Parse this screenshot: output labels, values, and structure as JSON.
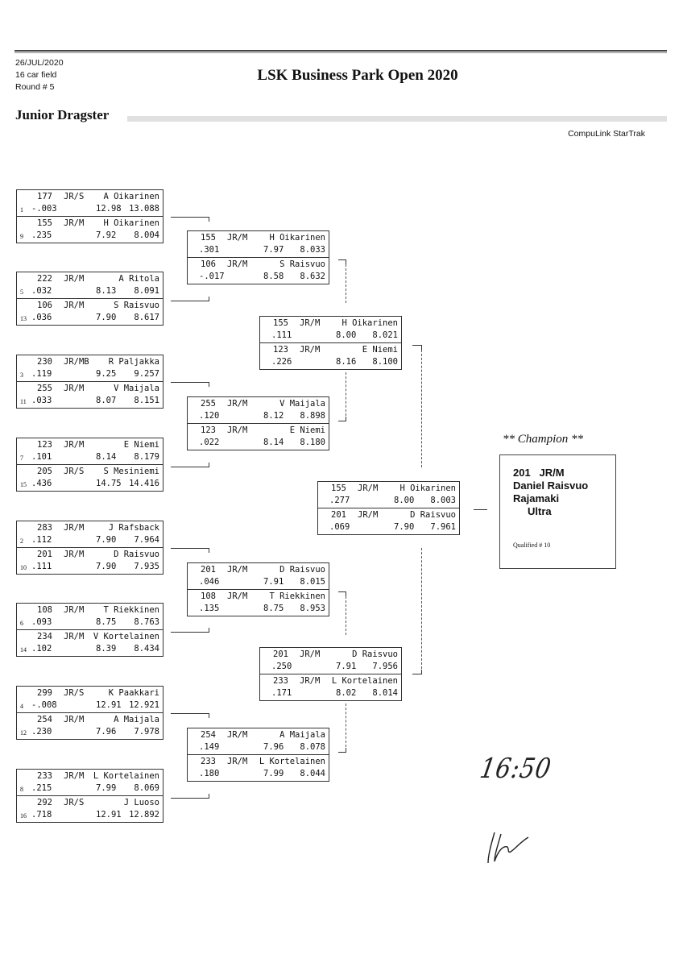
{
  "header": {
    "date": "26/JUL/2020",
    "field": "16 car field",
    "round": "Round # 5",
    "event_title": "LSK Business Park Open 2020",
    "class_name": "Junior Dragster",
    "software": "CompuLink StarTrak"
  },
  "round1": [
    {
      "top": {
        "car": "177",
        "cls": "JR/S",
        "name": "A Oikarinen",
        "seed": "1",
        "rt": "-.003",
        "dial": "12.98",
        "et": "13.088"
      },
      "bottom": {
        "car": "155",
        "cls": "JR/M",
        "name": "H Oikarinen",
        "seed": "9",
        "rt": ".235",
        "dial": "7.92",
        "et": "8.004"
      }
    },
    {
      "top": {
        "car": "222",
        "cls": "JR/M",
        "name": "A Ritola",
        "seed": "5",
        "rt": ".032",
        "dial": "8.13",
        "et": "8.091"
      },
      "bottom": {
        "car": "106",
        "cls": "JR/M",
        "name": "S Raisvuo",
        "seed": "13",
        "rt": ".036",
        "dial": "7.90",
        "et": "8.617"
      }
    },
    {
      "top": {
        "car": "230",
        "cls": "JR/MB",
        "name": "R Paljakka",
        "seed": "3",
        "rt": ".119",
        "dial": "9.25",
        "et": "9.257"
      },
      "bottom": {
        "car": "255",
        "cls": "JR/M",
        "name": "V Maijala",
        "seed": "11",
        "rt": ".033",
        "dial": "8.07",
        "et": "8.151"
      }
    },
    {
      "top": {
        "car": "123",
        "cls": "JR/M",
        "name": "E Niemi",
        "seed": "7",
        "rt": ".101",
        "dial": "8.14",
        "et": "8.179"
      },
      "bottom": {
        "car": "205",
        "cls": "JR/S",
        "name": "S Mesiniemi",
        "seed": "15",
        "rt": ".436",
        "dial": "14.75",
        "et": "14.416"
      }
    },
    {
      "top": {
        "car": "283",
        "cls": "JR/M",
        "name": "J Rafsback",
        "seed": "2",
        "rt": ".112",
        "dial": "7.90",
        "et": "7.964"
      },
      "bottom": {
        "car": "201",
        "cls": "JR/M",
        "name": "D Raisvuo",
        "seed": "10",
        "rt": ".111",
        "dial": "7.90",
        "et": "7.935"
      }
    },
    {
      "top": {
        "car": "108",
        "cls": "JR/M",
        "name": "T Riekkinen",
        "seed": "6",
        "rt": ".093",
        "dial": "8.75",
        "et": "8.763"
      },
      "bottom": {
        "car": "234",
        "cls": "JR/M",
        "name": "V Kortelainen",
        "seed": "14",
        "rt": ".102",
        "dial": "8.39",
        "et": "8.434"
      }
    },
    {
      "top": {
        "car": "299",
        "cls": "JR/S",
        "name": "K Paakkari",
        "seed": "4",
        "rt": "-.008",
        "dial": "12.91",
        "et": "12.921"
      },
      "bottom": {
        "car": "254",
        "cls": "JR/M",
        "name": "A Maijala",
        "seed": "12",
        "rt": ".230",
        "dial": "7.96",
        "et": "7.978"
      }
    },
    {
      "top": {
        "car": "233",
        "cls": "JR/M",
        "name": "L Kortelainen",
        "seed": "8",
        "rt": ".215",
        "dial": "7.99",
        "et": "8.069"
      },
      "bottom": {
        "car": "292",
        "cls": "JR/S",
        "name": "J Luoso",
        "seed": "16",
        "rt": ".718",
        "dial": "12.91",
        "et": "12.892"
      }
    }
  ],
  "round2": [
    {
      "top": {
        "car": "155",
        "cls": "JR/M",
        "name": "H Oikarinen",
        "rt": ".301",
        "dial": "7.97",
        "et": "8.033"
      },
      "bottom": {
        "car": "106",
        "cls": "JR/M",
        "name": "S Raisvuo",
        "rt": "-.017",
        "dial": "8.58",
        "et": "8.632"
      }
    },
    {
      "top": {
        "car": "255",
        "cls": "JR/M",
        "name": "V Maijala",
        "rt": ".120",
        "dial": "8.12",
        "et": "8.898"
      },
      "bottom": {
        "car": "123",
        "cls": "JR/M",
        "name": "E Niemi",
        "rt": ".022",
        "dial": "8.14",
        "et": "8.180"
      }
    },
    {
      "top": {
        "car": "201",
        "cls": "JR/M",
        "name": "D Raisvuo",
        "rt": ".046",
        "dial": "7.91",
        "et": "8.015"
      },
      "bottom": {
        "car": "108",
        "cls": "JR/M",
        "name": "T Riekkinen",
        "rt": ".135",
        "dial": "8.75",
        "et": "8.953"
      }
    },
    {
      "top": {
        "car": "254",
        "cls": "JR/M",
        "name": "A Maijala",
        "rt": ".149",
        "dial": "7.96",
        "et": "8.078"
      },
      "bottom": {
        "car": "233",
        "cls": "JR/M",
        "name": "L Kortelainen",
        "rt": ".180",
        "dial": "7.99",
        "et": "8.044"
      }
    }
  ],
  "semifinals": [
    {
      "top": {
        "car": "155",
        "cls": "JR/M",
        "name": "H Oikarinen",
        "rt": ".111",
        "dial": "8.00",
        "et": "8.021"
      },
      "bottom": {
        "car": "123",
        "cls": "JR/M",
        "name": "E Niemi",
        "rt": ".226",
        "dial": "8.16",
        "et": "8.100"
      }
    },
    {
      "top": {
        "car": "201",
        "cls": "JR/M",
        "name": "D Raisvuo",
        "rt": ".250",
        "dial": "7.91",
        "et": "7.956"
      },
      "bottom": {
        "car": "233",
        "cls": "JR/M",
        "name": "L Kortelainen",
        "rt": ".171",
        "dial": "8.02",
        "et": "8.014"
      }
    }
  ],
  "final": {
    "top": {
      "car": "155",
      "cls": "JR/M",
      "name": "H Oikarinen",
      "rt": ".277",
      "dial": "8.00",
      "et": "8.003"
    },
    "bottom": {
      "car": "201",
      "cls": "JR/M",
      "name": "D Raisvuo",
      "rt": ".069",
      "dial": "7.90",
      "et": "7.961"
    }
  },
  "champion": {
    "label": "** Champion **",
    "car_class": "201   JR/M",
    "driver": "Daniel Raisvuo",
    "line3": "Rajamaki",
    "line4": "Ultra",
    "qualified": "Qualified # 10"
  },
  "handwritten": {
    "time": "16:50",
    "signature": "initials"
  }
}
